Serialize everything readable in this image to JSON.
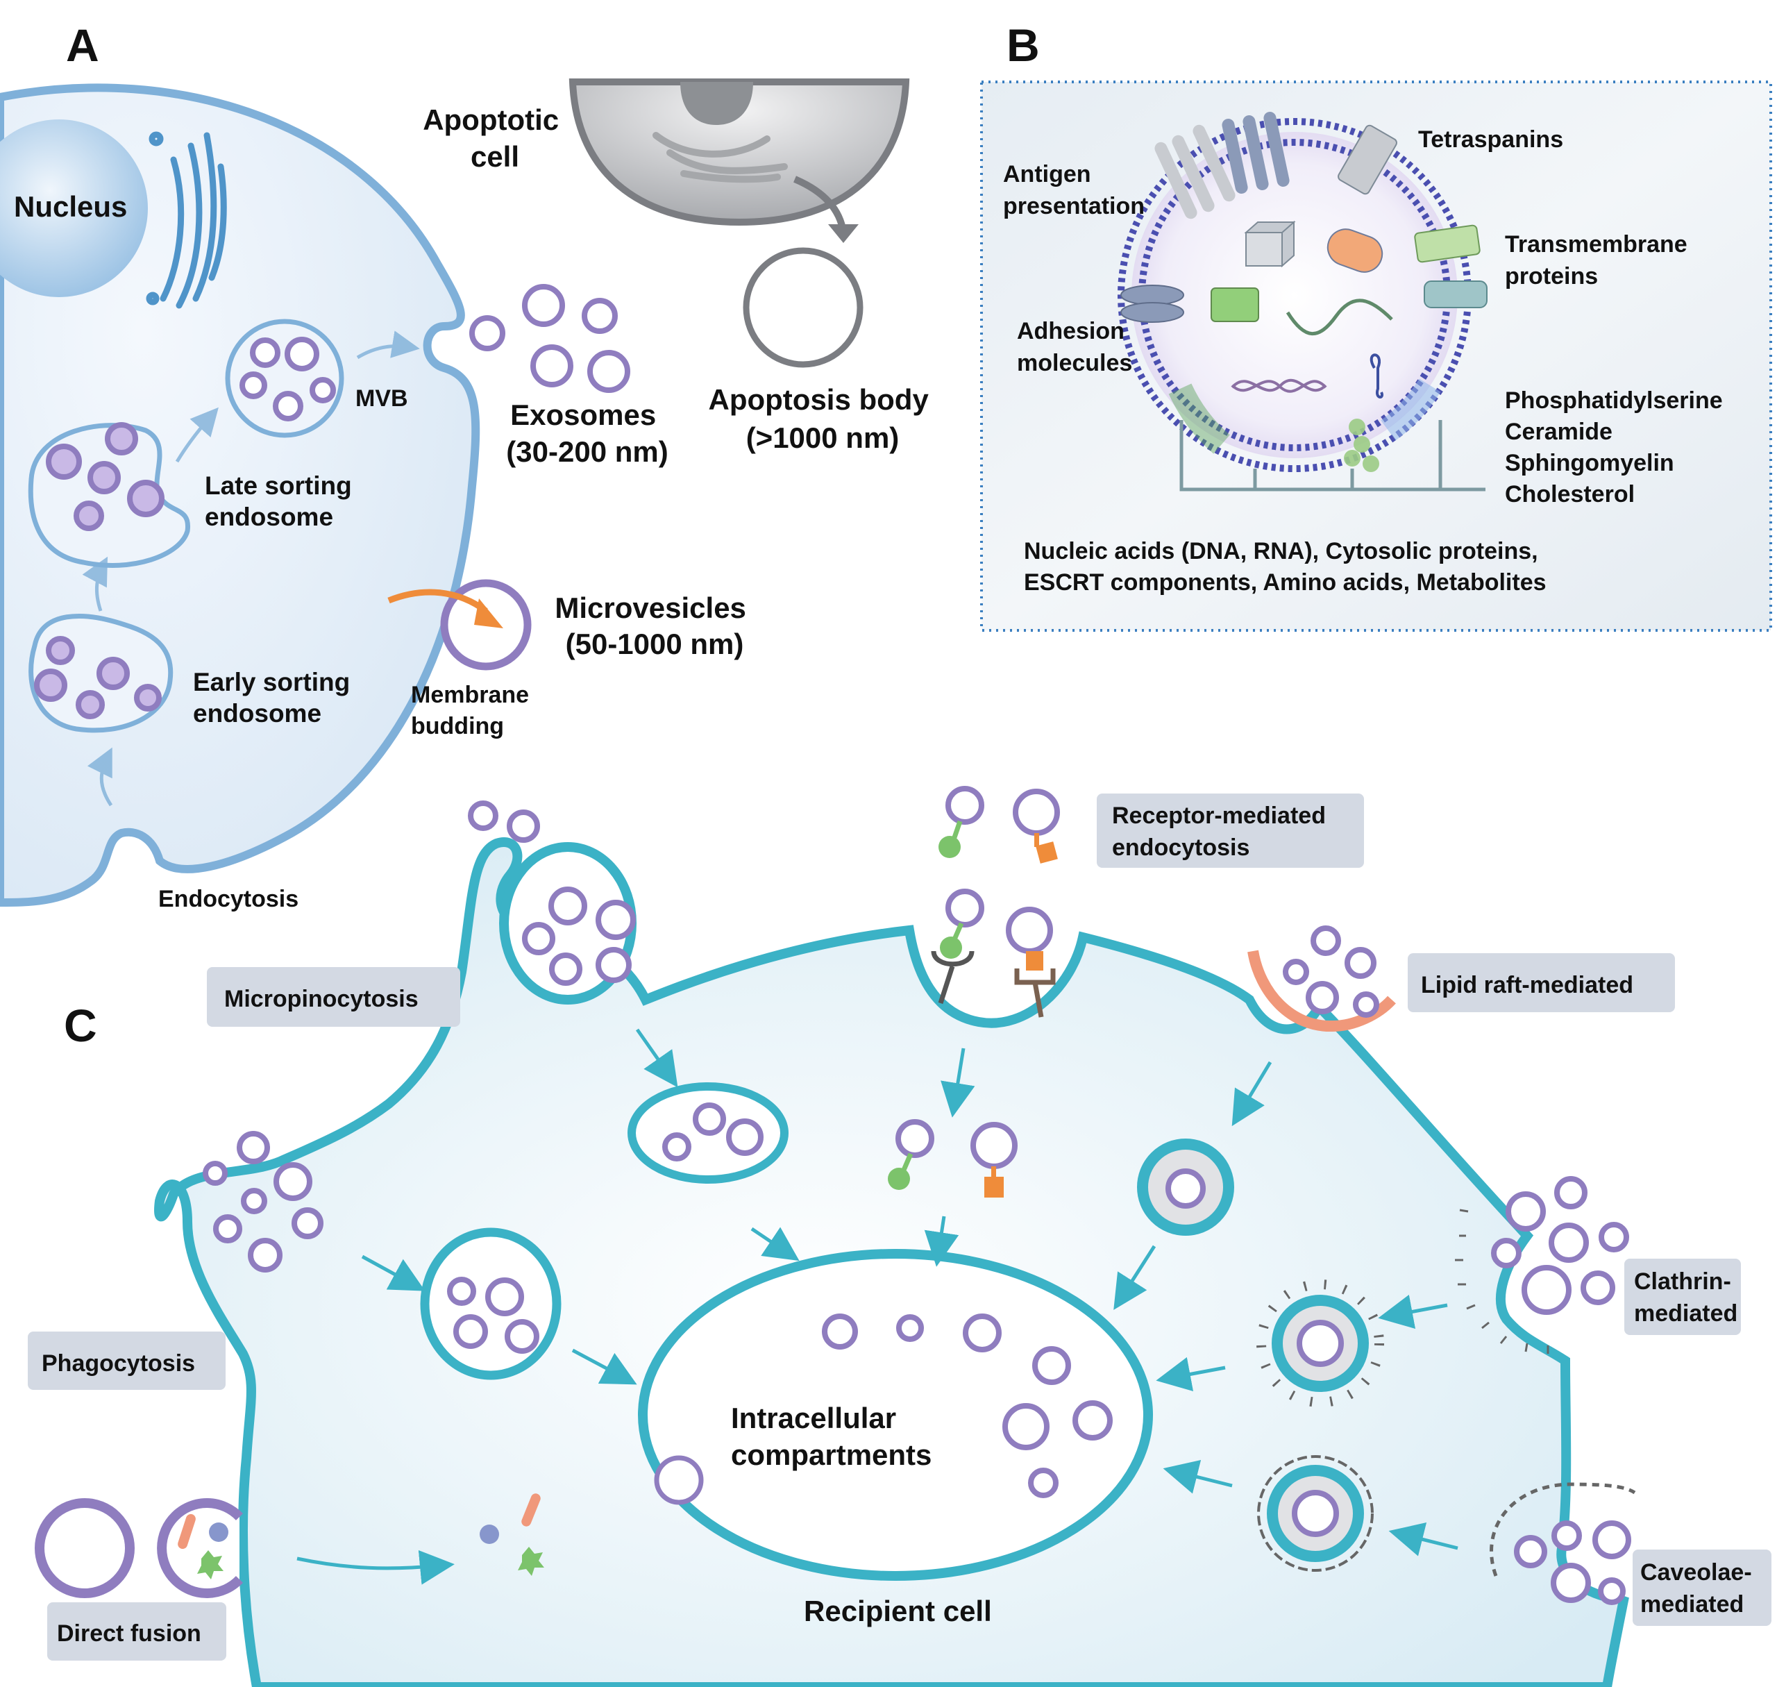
{
  "panels": {
    "a": {
      "label": "A",
      "nucleus": "Nucleus",
      "apoptotic_cell": [
        "Apoptotic",
        "cell"
      ],
      "mvb": "MVB",
      "late_sorting": [
        "Late sorting",
        "endosome"
      ],
      "early_sorting": [
        "Early sorting",
        "endosome"
      ],
      "endocytosis": "Endocytosis",
      "exosomes": [
        "Exosomes",
        "(30-200 nm)"
      ],
      "apoptosis_body": [
        "Apoptosis body",
        "(>1000 nm)"
      ],
      "microvesicles": [
        "Microvesicles",
        "(50-1000 nm)"
      ],
      "membrane_budding": [
        "Membrane",
        "budding"
      ]
    },
    "b": {
      "label": "B",
      "tetraspanins": "Tetraspanins",
      "antigen": [
        "Antigen",
        "presentation"
      ],
      "transmembrane": [
        "Transmembrane",
        "proteins"
      ],
      "adhesion": [
        "Adhesion",
        "molecules"
      ],
      "lipids": [
        "Phosphatidylserine",
        "Ceramide",
        "Sphingomyelin",
        "Cholesterol"
      ],
      "contents": [
        "Nucleic acids (DNA, RNA), Cytosolic proteins,",
        "ESCRT components, Amino acids, Metabolites"
      ]
    },
    "c": {
      "label": "C",
      "micropinocytosis": "Micropinocytosis",
      "receptor_mediated": [
        "Receptor-mediated",
        "endocytosis"
      ],
      "lipid_raft": "Lipid raft-mediated",
      "phagocytosis": "Phagocytosis",
      "clathrin": [
        "Clathrin-",
        "mediated"
      ],
      "caveolae": [
        "Caveolae-",
        "mediated"
      ],
      "direct_fusion": "Direct fusion",
      "intracellular": [
        "Intracellular",
        "compartments"
      ],
      "recipient": "Recipient cell"
    }
  },
  "colors": {
    "donor_membrane": "#7fb0d9",
    "recipient_membrane": "#3bb2c6",
    "vesicle": "#8f7dbf",
    "lipid_raft": "#f0987a",
    "ligand_green": "#7cc36b",
    "ligand_orange": "#ef8c3a",
    "label_box": "#d3d9e3"
  }
}
